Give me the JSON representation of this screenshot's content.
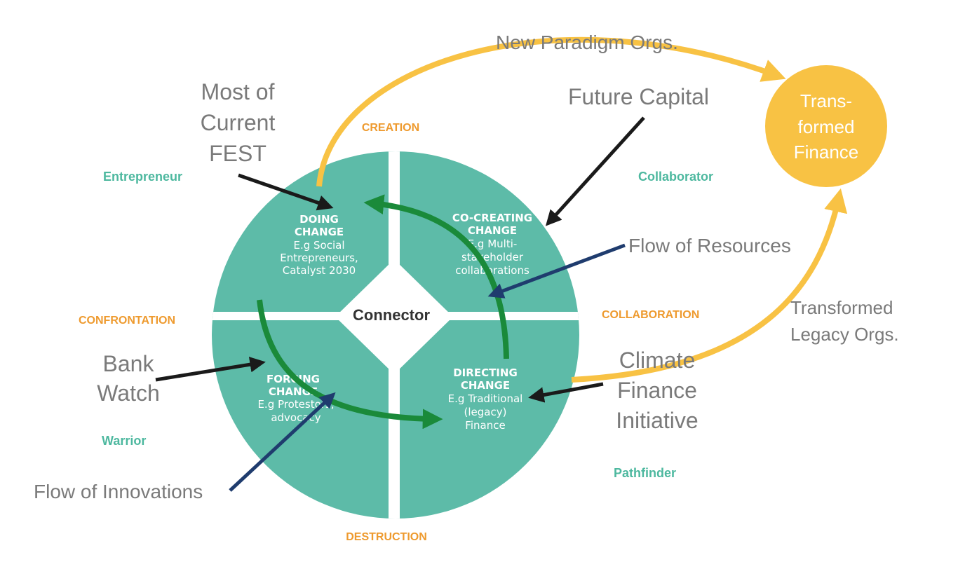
{
  "colors": {
    "teal": "#5DBBA8",
    "teal_label": "#4DB89F",
    "orange_label": "#EE9A2E",
    "gold": "#F8C244",
    "green_arrow": "#1A8A3A",
    "navy_arrow": "#1F3C6E",
    "black_arrow": "#1A1A1A",
    "gray_text": "#7A7A7A"
  },
  "axes": {
    "top": "CREATION",
    "bottom": "DESTRUCTION",
    "left": "CONFRONTATION",
    "right": "COLLABORATION"
  },
  "roles": {
    "top_left": "Entrepreneur",
    "top_right": "Collaborator",
    "bottom_left": "Warrior",
    "bottom_right": "Pathfinder"
  },
  "center": "Connector",
  "quadrants": {
    "doing": {
      "title1": "DOING",
      "title2": "CHANGE",
      "desc1": "E.g Social",
      "desc2": "Entrepreneurs,",
      "desc3": "Catalyst 2030"
    },
    "cocreating": {
      "title1": "CO-CREATING",
      "title2": "CHANGE",
      "desc1": "E.g Multi-",
      "desc2": "stakeholder",
      "desc3": "collaborations"
    },
    "forcing": {
      "title1": "FORCING",
      "title2": "CHANGE",
      "desc1": "E.g  Protestors,",
      "desc2": "advocacy"
    },
    "directing": {
      "title1": "DIRECTING",
      "title2": "CHANGE",
      "desc1": "E.g  Traditional",
      "desc2": "(legacy)",
      "desc3": "Finance"
    }
  },
  "annotations": {
    "most_current_fest": [
      "Most of",
      "Current",
      "FEST"
    ],
    "future_capital": "Future Capital",
    "flow_resources": "Flow of Resources",
    "bank_watch": [
      "Bank",
      "Watch"
    ],
    "climate_finance": [
      "Climate",
      "Finance",
      "Initiative"
    ],
    "flow_innovations": "Flow of Innovations",
    "new_paradigm": "New Paradigm Orgs.",
    "transformed_legacy": [
      "Transformed",
      "Legacy Orgs."
    ]
  },
  "transformed_finance": [
    "Trans-",
    "formed",
    "Finance"
  ]
}
